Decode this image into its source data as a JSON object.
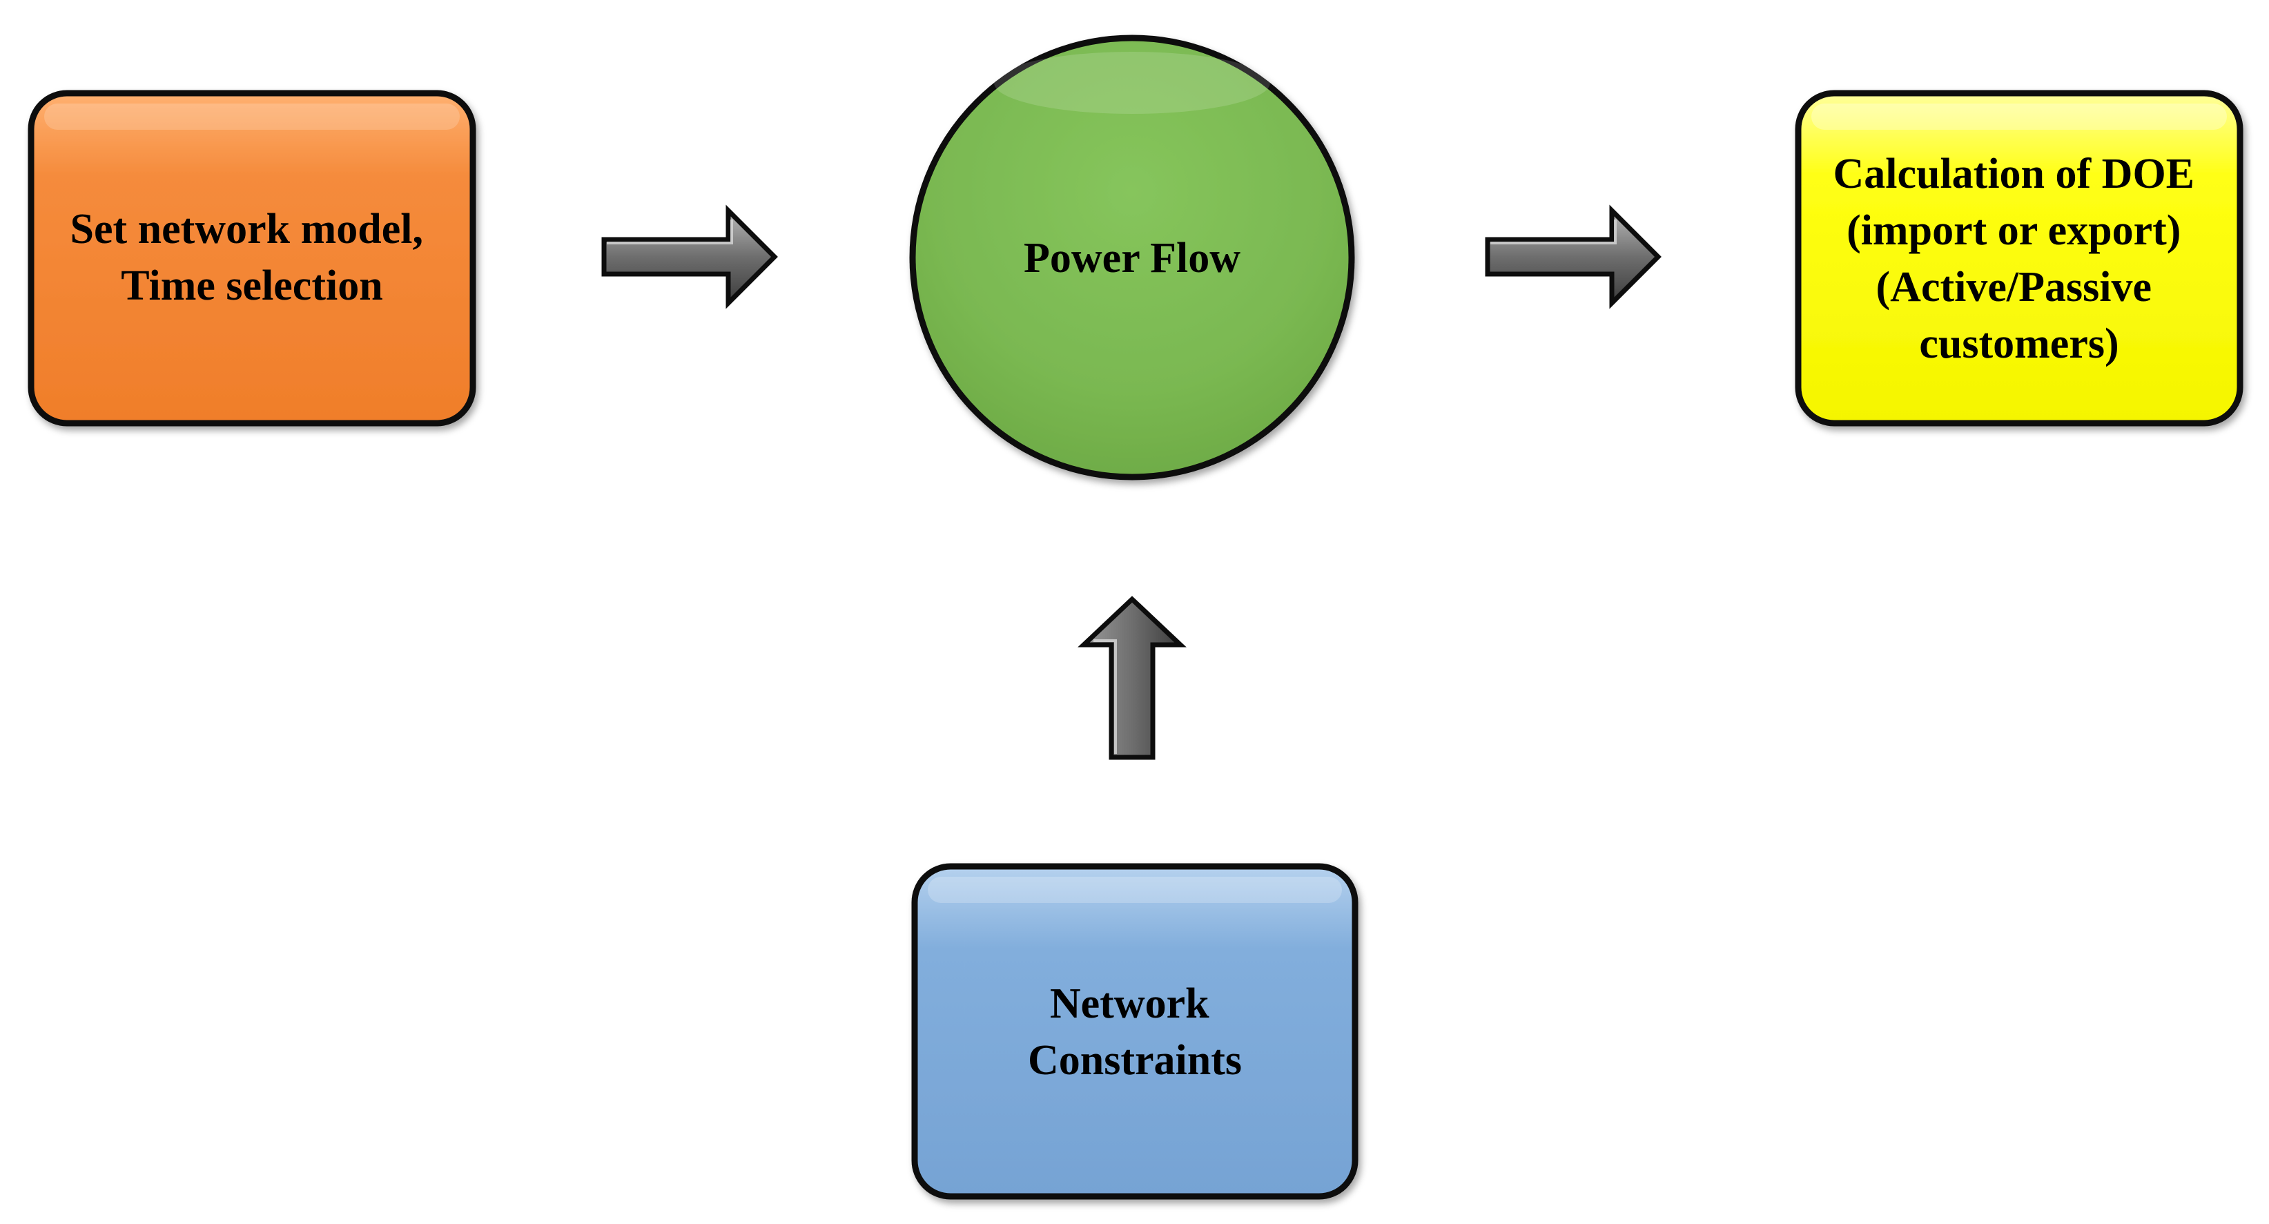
{
  "nodes": {
    "input": {
      "lines": [
        "Set network model,",
        "Time selection"
      ],
      "fill": "#F58B3C",
      "highlight": "#FFB070"
    },
    "power_flow": {
      "lines": [
        "Power Flow"
      ],
      "fill": "#7AB851",
      "highlight": "#A5D77E"
    },
    "output": {
      "lines": [
        "Calculation of DOE",
        "(import or export)",
        "(Active/Passive",
        "customers)"
      ],
      "fill": "#FFFF14",
      "highlight": "#FFFF9A"
    },
    "constraints": {
      "lines": [
        "Network",
        "Constraints"
      ],
      "fill": "#82AEDC",
      "highlight": "#B5D1EE"
    }
  },
  "arrow_color": "#6E6E6E",
  "border_color": "#0D0D0D"
}
